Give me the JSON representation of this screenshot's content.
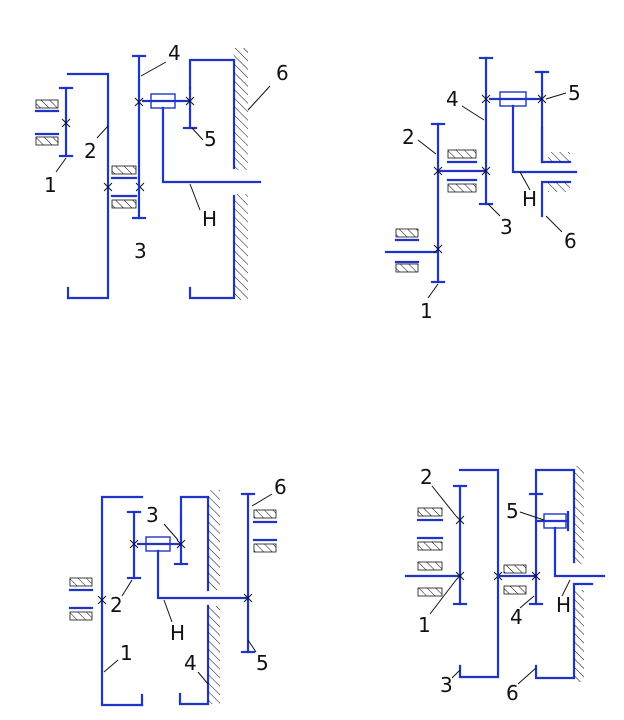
{
  "colors": {
    "gear": "#1f35c8",
    "hatch": "#111111",
    "background": "#ffffff"
  },
  "schemes": [
    {
      "labels": {
        "n1": "1",
        "n2": "2",
        "n3": "3",
        "n4": "4",
        "n5": "5",
        "n6": "6",
        "carrier": "H"
      }
    },
    {
      "labels": {
        "n1": "1",
        "n2": "2",
        "n3": "3",
        "n4": "4",
        "n5": "5",
        "n6": "6",
        "carrier": "H"
      }
    },
    {
      "labels": {
        "n1": "1",
        "n2": "2",
        "n3": "3",
        "n4": "4",
        "n5": "5",
        "n6": "6",
        "carrier": "H"
      }
    },
    {
      "labels": {
        "n1": "1",
        "n2": "2",
        "n3": "3",
        "n4": "4",
        "n5": "5",
        "n6": "6",
        "carrier": "H"
      }
    }
  ]
}
